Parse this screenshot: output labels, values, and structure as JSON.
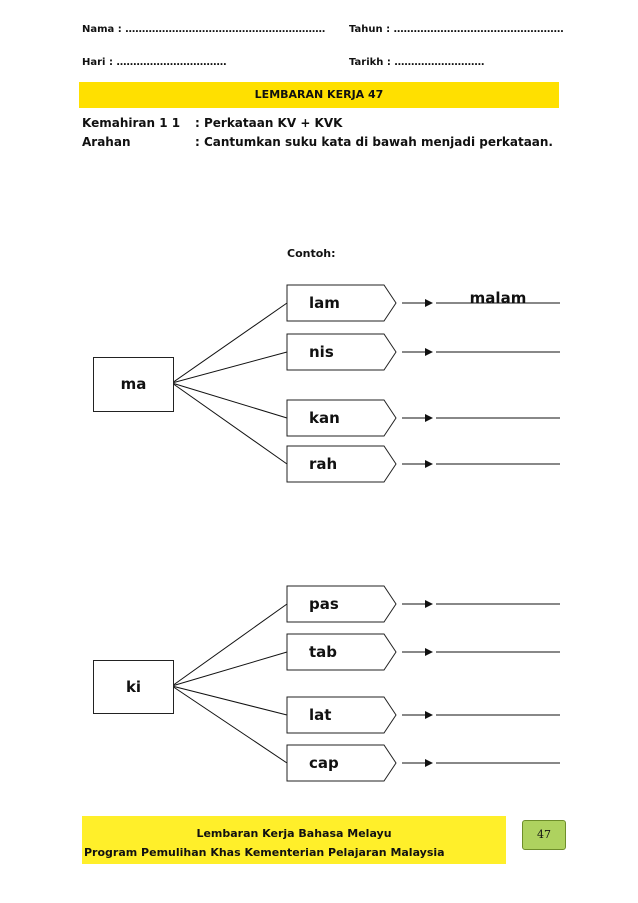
{
  "header": {
    "nama": "Nama    : ……………………………………………………",
    "tahun": "Tahun : ……………………………………………",
    "hari": "Hari      : ……………………………",
    "tarikh": "Tarikh : ………………………"
  },
  "banner": {
    "title": "LEMBARAN KERJA 47"
  },
  "info": {
    "kemahiran_label": "Kemahiran 1 1",
    "kemahiran_value": ":  Perkataan  KV + KVK",
    "arahan_label": "Arahan",
    "arahan_value": ": Cantumkan suku kata di bawah menjadi perkataan."
  },
  "contoh_label": "Contoh:",
  "groups": [
    {
      "source": "ma",
      "syllables": [
        "lam",
        "nis",
        "kan",
        "rah"
      ],
      "answers": [
        "malam",
        "",
        "",
        ""
      ]
    },
    {
      "source": "ki",
      "syllables": [
        "pas",
        "tab",
        "lat",
        "cap"
      ],
      "answers": [
        "",
        "",
        "",
        ""
      ]
    }
  ],
  "footer": {
    "line1": "Lembaran Kerja Bahasa Melayu",
    "line2": "Program Pemulihan  Khas  Kementerian  Pelajaran Malaysia",
    "page_number": "47"
  },
  "colors": {
    "banner": "#ffe000",
    "footer": "#ffef2a",
    "badge": "#aed25f"
  }
}
